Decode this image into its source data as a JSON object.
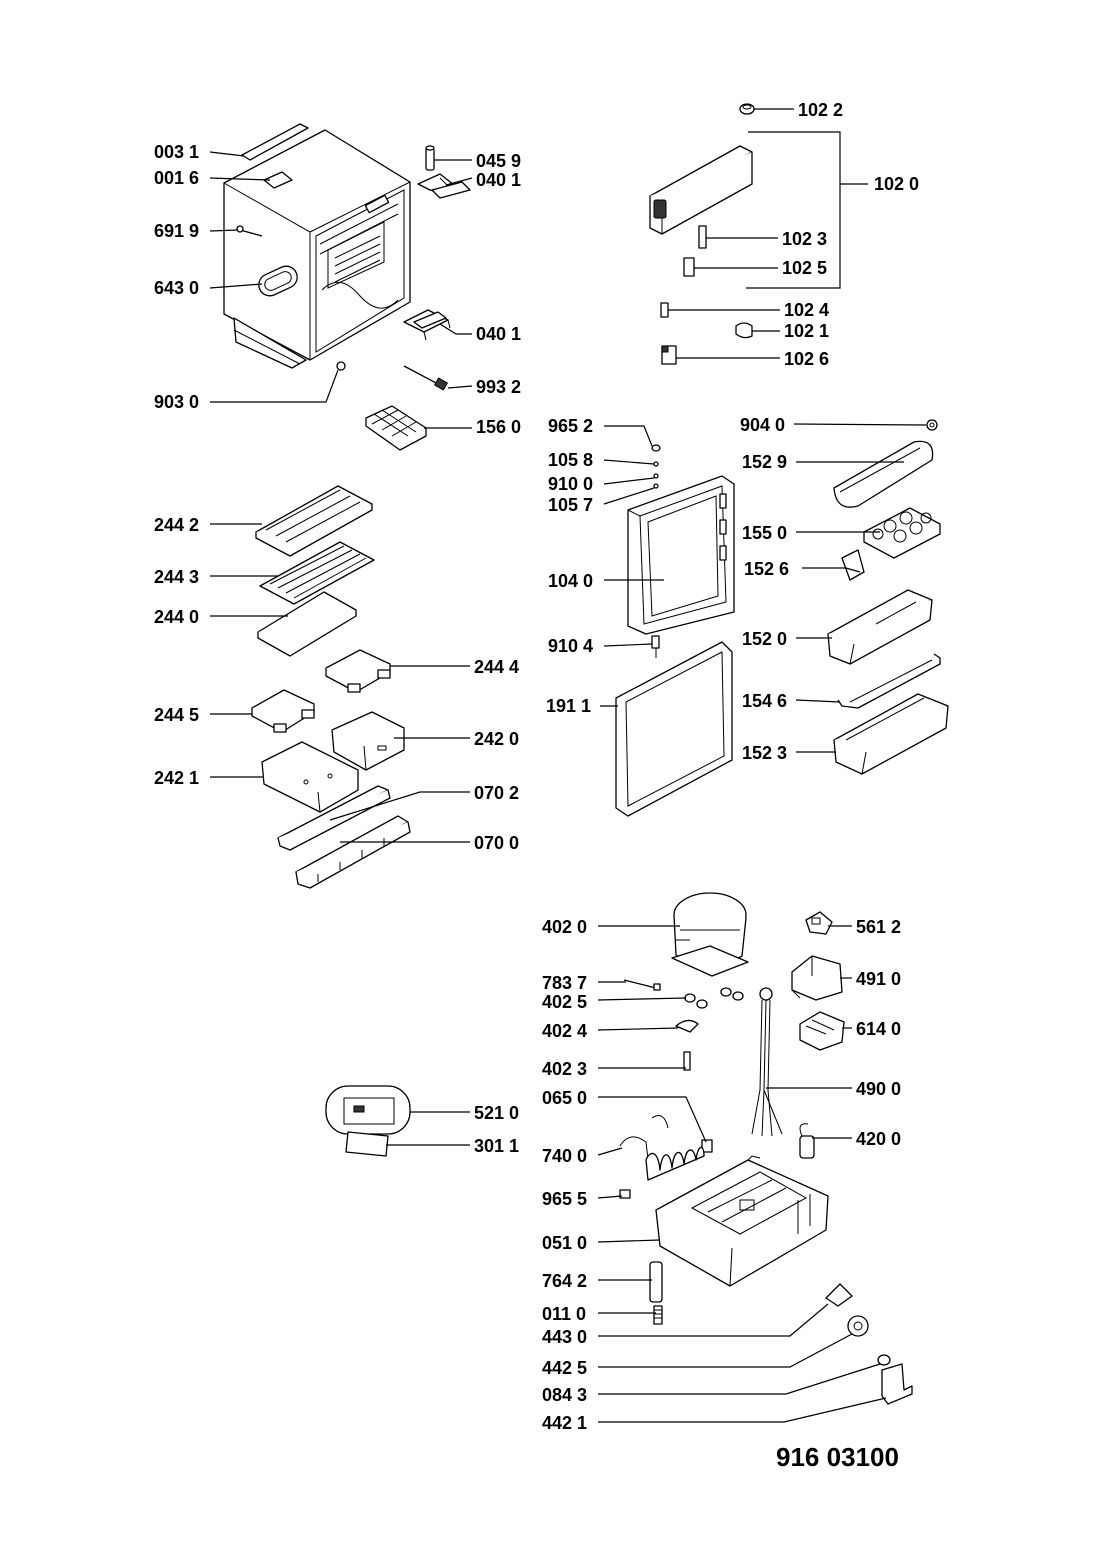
{
  "document_id": "916 03100",
  "parts": {
    "p0031": "003 1",
    "p0016": "001 6",
    "p6919": "691 9",
    "p6430": "643 0",
    "p9030": "903 0",
    "p0459": "045 9",
    "p0401a": "040 1",
    "p0401b": "040 1",
    "p9932": "993 2",
    "p1560": "156 0",
    "p1022": "102 2",
    "p1020": "102 0",
    "p1023": "102 3",
    "p1025": "102 5",
    "p1024": "102 4",
    "p1021": "102 1",
    "p1026": "102 6",
    "p9652": "965 2",
    "p1058": "105 8",
    "p9100": "910 0",
    "p1057": "105 7",
    "p1040": "104 0",
    "p9104": "910 4",
    "p1911": "191 1",
    "p9040": "904 0",
    "p1529": "152 9",
    "p1550": "155 0",
    "p1526": "152 6",
    "p1520": "152 0",
    "p1546": "154 6",
    "p1523": "152 3",
    "p2442": "244 2",
    "p2443": "244 3",
    "p2440": "244 0",
    "p2444": "244 4",
    "p2445": "244 5",
    "p2420": "242 0",
    "p2421": "242 1",
    "p0702": "070 2",
    "p0700": "070 0",
    "p5210": "521 0",
    "p3011": "301 1",
    "p4020": "402 0",
    "p7837": "783 7",
    "p4025": "402 5",
    "p4024": "402 4",
    "p4023": "402 3",
    "p0650": "065 0",
    "p7400": "740 0",
    "p9655": "965 5",
    "p0510": "051 0",
    "p7642": "764 2",
    "p0110": "011 0",
    "p4430": "443 0",
    "p4425": "442 5",
    "p0843": "084 3",
    "p4421": "442 1",
    "p5612": "561 2",
    "p4910": "491 0",
    "p6140": "614 0",
    "p4900": "490 0",
    "p4200": "420 0"
  }
}
